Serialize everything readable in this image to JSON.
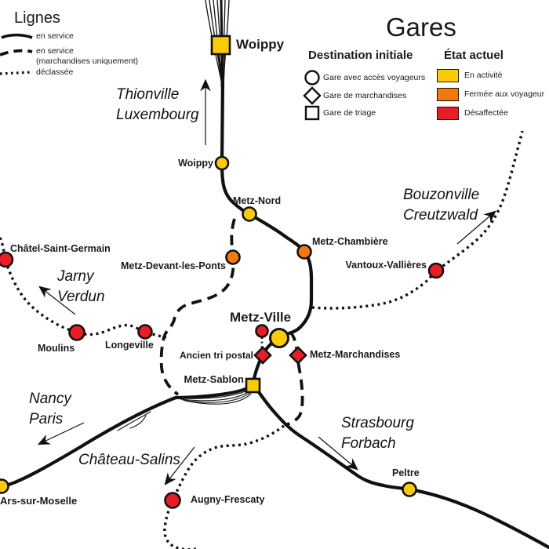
{
  "legend_lines": {
    "title": "Lignes",
    "solid_label": "en service",
    "dashed_label": "en service",
    "dashed_label2": "(marchandises uniquement)",
    "dotted_label": "déclassée"
  },
  "legend_gares": {
    "title": "Gares",
    "col_destination": "Destination initiale",
    "col_etat": "État actuel",
    "shape_circle_label": "Gare avec accès voyageurs",
    "shape_diamond_label": "Gare de marchandises",
    "shape_square_label": "Gare de triage",
    "state_active_label": "En activité",
    "state_closed_label": "Fermée aux voyageur",
    "state_disused_label": "Désaffectée"
  },
  "colors": {
    "active": "#FBCB05",
    "closed_passengers": "#F4790B",
    "disused": "#EC1C24",
    "line": "#111111"
  },
  "stations": {
    "woippy_triage": "Woippy",
    "woippy": "Woippy",
    "metz_nord": "Metz-Nord",
    "metz_chambiere": "Metz-Chambière",
    "metz_devant_les_ponts": "Metz-Devant-les-Ponts",
    "chatel_saint_germain": "Châtel-Saint-Germain",
    "vantoux_vallieres": "Vantoux-Vallières",
    "moulins": "Moulins",
    "longeville": "Longeville",
    "metz_ville": "Metz-Ville",
    "ancien_tri_postal": "Ancien tri postal",
    "metz_marchandises": "Metz-Marchandises",
    "metz_sablon": "Metz-Sablon",
    "ars_sur_moselle": "Ars-sur-Moselle",
    "augny_frescaty": "Augny-Frescaty",
    "peltre": "Peltre"
  },
  "directions": {
    "thionville1": "Thionville",
    "thionville2": "Luxembourg",
    "jarny1": "Jarny",
    "jarny2": "Verdun",
    "bouzonville1": "Bouzonville",
    "bouzonville2": "Creutzwald",
    "nancy1": "Nancy",
    "nancy2": "Paris",
    "chateau_salins": "Château-Salins",
    "strasbourg1": "Strasbourg",
    "strasbourg2": "Forbach"
  }
}
